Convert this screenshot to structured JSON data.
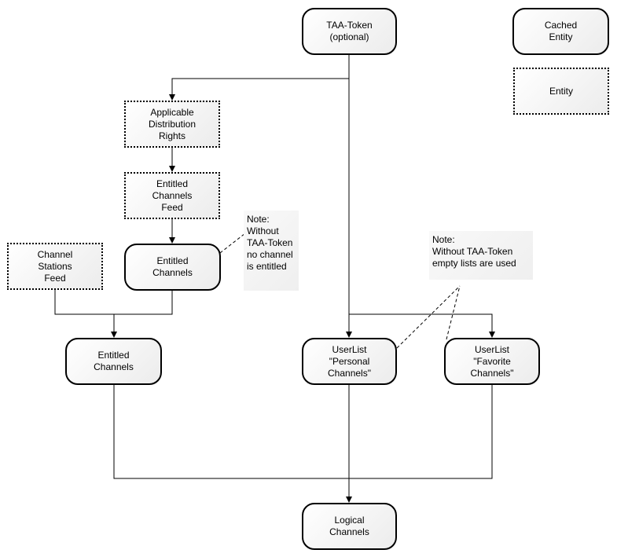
{
  "nodes": {
    "taa_token": "TAA-Token\n(optional)",
    "legend_cached": "Cached\nEntity",
    "legend_entity": "Entity",
    "applicable_distribution_rights": "Applicable\nDistribution\nRights",
    "entitled_channels_feed": "Entitled\nChannels\nFeed",
    "channel_stations_feed": "Channel\nStations\nFeed",
    "entitled_channels_upper": "Entitled\nChannels",
    "entitled_channels_lower": "Entitled\nChannels",
    "userlist_personal": "UserList\n\"Personal\nChannels\"",
    "userlist_favorite": "UserList\n\"Favorite\nChannels\"",
    "logical_channels": "Logical\nChannels"
  },
  "notes": {
    "note_entitled": "Note:\nWithout\nTAA-Token\nno channel\nis entitled",
    "note_userlists": "Note:\nWithout TAA-Token\nempty lists are used"
  },
  "legend": {
    "cached_style": "rounded-solid",
    "entity_style": "dotted-rectangle"
  }
}
